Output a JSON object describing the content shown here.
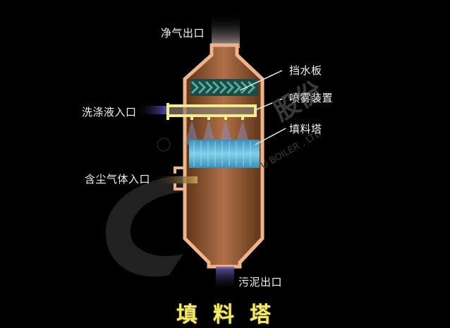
{
  "diagram": {
    "title": "填料塔",
    "labels": {
      "clean_gas_outlet": "净气出口",
      "mist_eliminator": "挡水板",
      "spray_device": "喷雾装置",
      "packed_tower": "填料塔",
      "washing_liquid_inlet": "洗涤液入口",
      "dusty_gas_inlet": "含尘气体入口",
      "sludge_outlet": "污泥出口"
    },
    "watermark": {
      "cn_text": "股份",
      "en_text": "U BOILER  ,  LTD",
      "registered": "®"
    },
    "colors": {
      "background": "#000000",
      "vessel_outline": "#f0b48a",
      "vessel_fill": "#8a5530",
      "mist_eliminator": "#3f9a8a",
      "packing": "#56b8d8",
      "spray_pipe": "#f3ec8a",
      "title": "#f3ec6a",
      "label": "#f2f2f2"
    }
  }
}
